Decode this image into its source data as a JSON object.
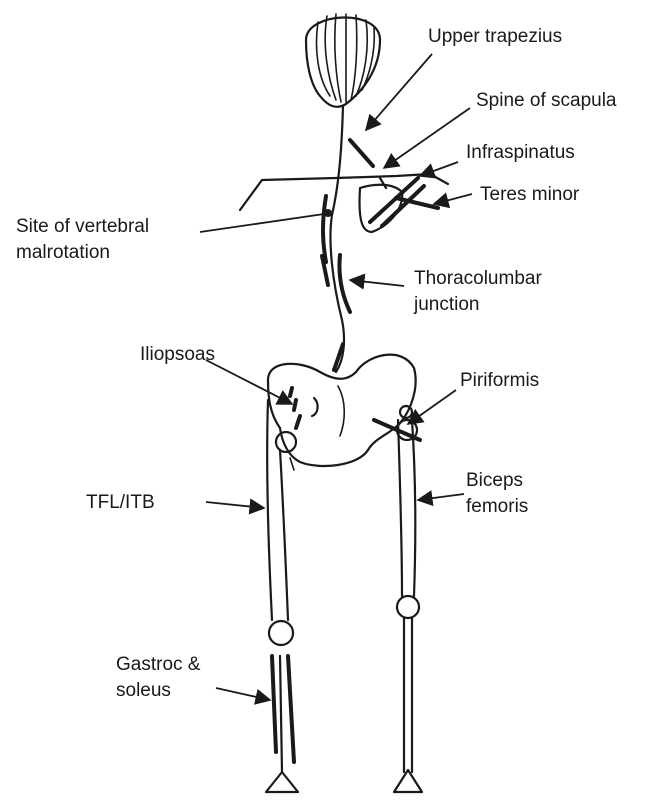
{
  "labels": {
    "upper_trapezius": "Upper trapezius",
    "spine_of_scapula": "Spine of scapula",
    "infraspinatus": "Infraspinatus",
    "teres_minor": "Teres minor",
    "vertebral_malrotation_line1": "Site of vertebral",
    "vertebral_malrotation_line2": "malrotation",
    "thoracolumbar_line1": "Thoracolumbar",
    "thoracolumbar_line2": "junction",
    "iliopsoas": "Iliopsoas",
    "piriformis": "Piriformis",
    "tfl_itb": "TFL/ITB",
    "biceps_femoris_line1": "Biceps",
    "biceps_femoris_line2": "femoris",
    "gastroc_line1": "Gastroc &",
    "gastroc_line2": "soleus"
  }
}
